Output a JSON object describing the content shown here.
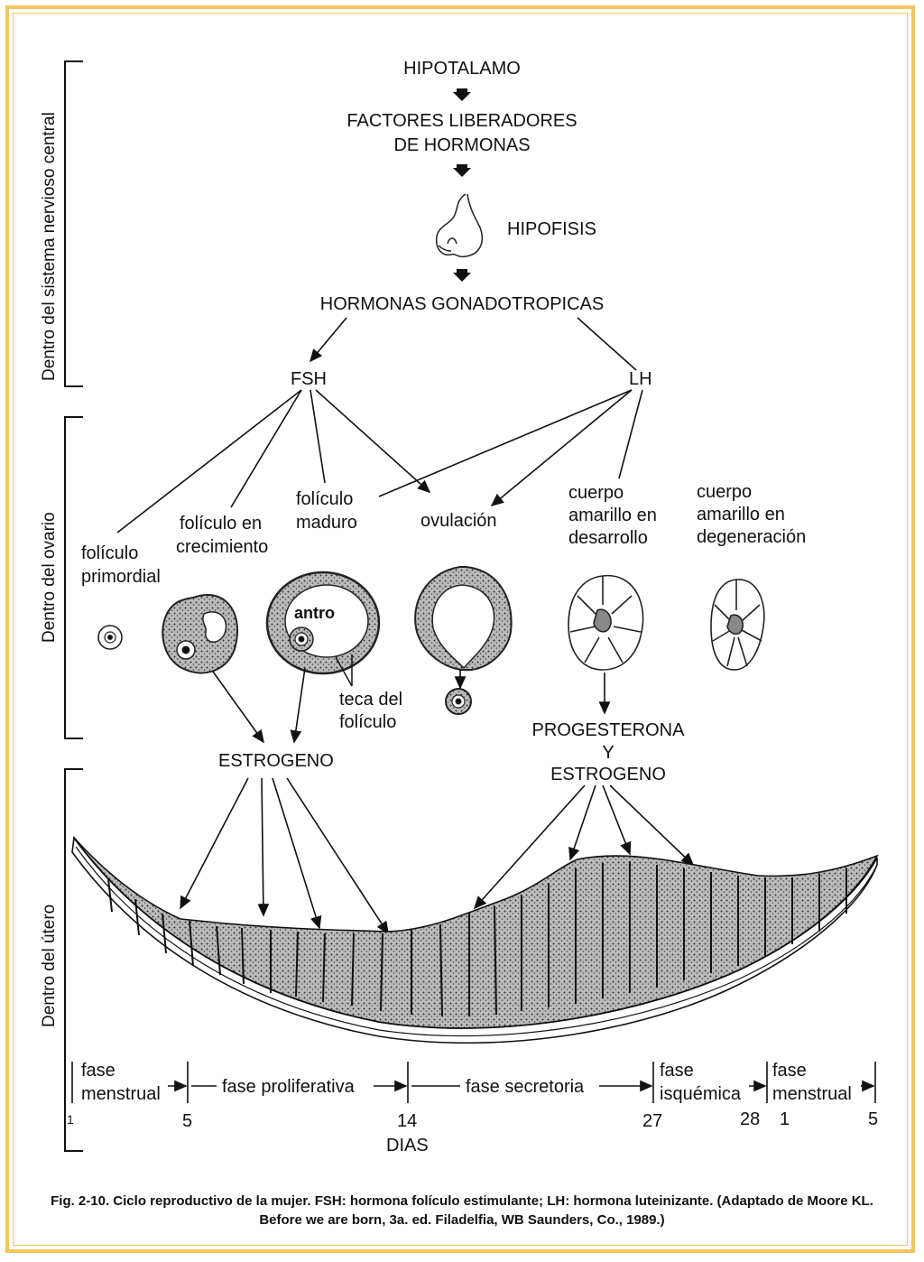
{
  "sections": {
    "cns": "Dentro del sistema nervioso central",
    "ovary": "Dentro  del ovario",
    "uterus": "Dentro del útero"
  },
  "hierarchy": {
    "hypothalamus": "HIPOTALAMO",
    "releasing_factors_1": "FACTORES LIBERADORES",
    "releasing_factors_2": "DE HORMONAS",
    "pituitary": "HIPOFISIS",
    "gonadotropins": "HORMONAS GONADOTROPICAS",
    "fsh": "FSH",
    "lh": "LH"
  },
  "ovary": {
    "primordial_1": "folículo",
    "primordial_2": "primordial",
    "growing_1": "folículo en",
    "growing_2": "crecimiento",
    "mature_1": "folículo",
    "mature_2": "maduro",
    "ovulation": "ovulación",
    "cl_dev_1": "cuerpo",
    "cl_dev_2": "amarillo en",
    "cl_dev_3": "desarrollo",
    "cl_deg_1": "cuerpo",
    "cl_deg_2": "amarillo en",
    "cl_deg_3": "degeneración",
    "antrum": "antro",
    "theca_1": "teca del",
    "theca_2": "folículo"
  },
  "hormones": {
    "estrogen_left": "ESTROGENO",
    "progesterone": "PROGESTERONA",
    "and": "Y",
    "estrogen_right": "ESTROGENO"
  },
  "phases": {
    "menstrual_a_1": "fase",
    "menstrual_a_2": "menstrual",
    "proliferative": "fase proliferativa",
    "secretory": "fase secretoria",
    "ischemic_1": "fase",
    "ischemic_2": "isquémica",
    "menstrual_b_1": "fase",
    "menstrual_b_2": "menstrual"
  },
  "days": {
    "d1": "1",
    "d5": "5",
    "d14": "14",
    "d27": "27",
    "d28": "28",
    "d1b": "1",
    "d5b": "5",
    "label": "DIAS"
  },
  "caption": {
    "label": "Fig. 2-10.",
    "text": " Ciclo reproductivo de la mujer. FSH: hormona folículo estimulante; LH: hormona luteinizante. (Adaptado de Moore KL. Before we are born, 3a. ed. Filadelfia, WB Saunders, Co., 1989.)"
  },
  "colors": {
    "frame": "#f3c45e",
    "ink": "#111111"
  }
}
